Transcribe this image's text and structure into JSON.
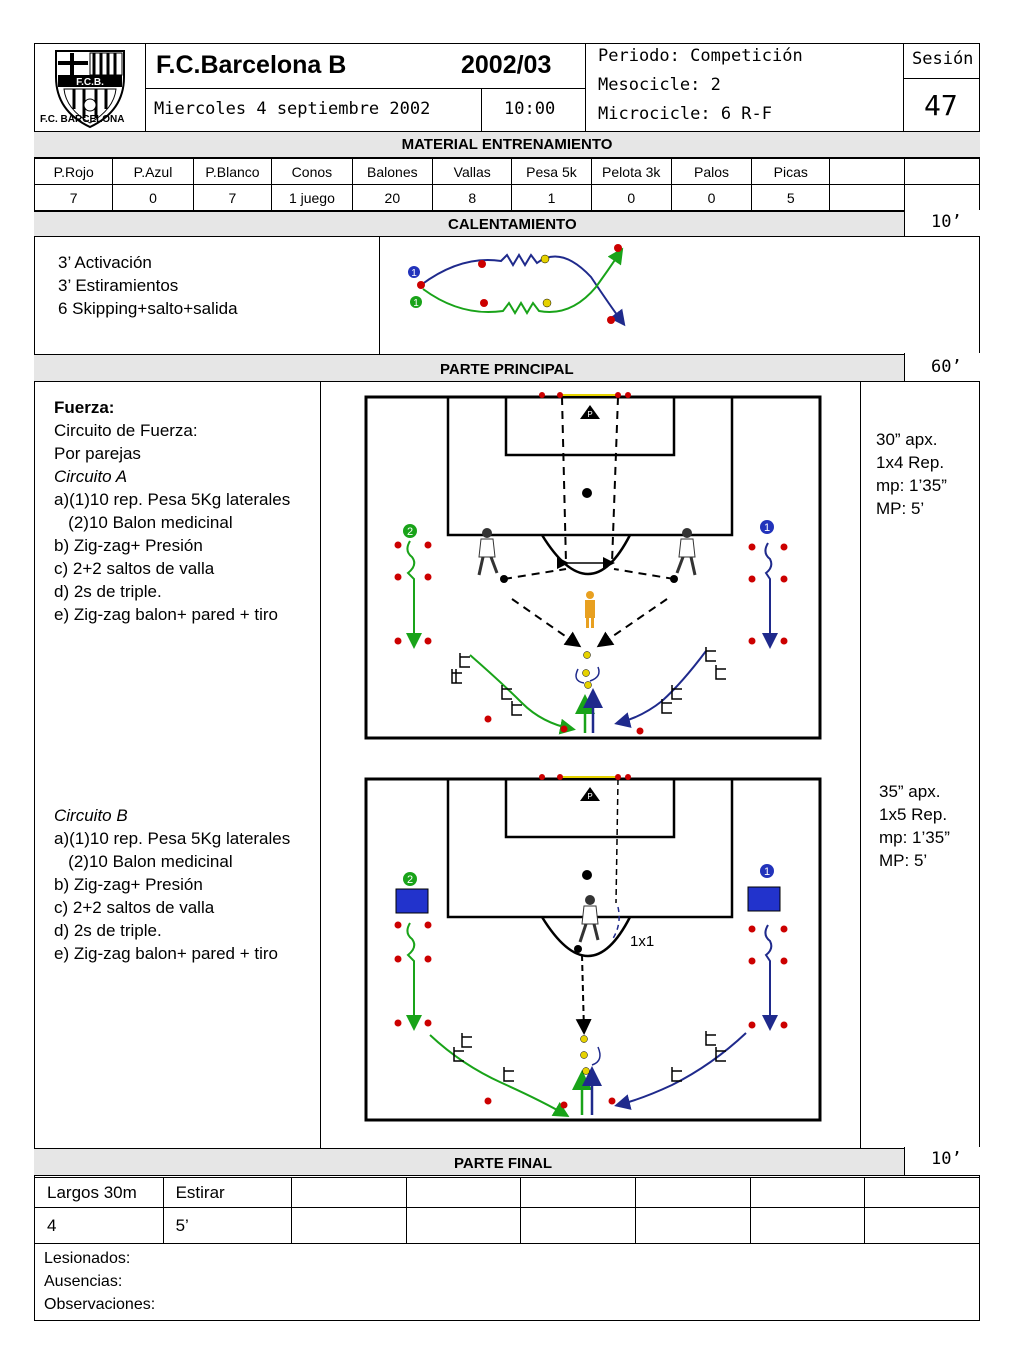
{
  "header": {
    "crest_text": "F.C.B.",
    "club_caption": "F.C. BARCELONA",
    "team": "F.C.Barcelona B",
    "season": "2002/03",
    "date": "Miercoles  4 septiembre 2002",
    "time": "10:00",
    "periodo": "Periodo: Competición",
    "mesocicle": "Mesocicle: 2",
    "microcicle": "Microcicle: 6  R-F",
    "sesion_label": "Sesión",
    "sesion_number": "47"
  },
  "material": {
    "title": "MATERIAL ENTRENAMIENTO",
    "headers": [
      "P.Rojo",
      "P.Azul",
      "P.Blanco",
      "Conos",
      "Balones",
      "Vallas",
      "Pesa 5k",
      "Pelota 3k",
      "Palos",
      "Picas",
      "",
      ""
    ],
    "values": [
      "7",
      "0",
      "7",
      "1 juego",
      "20",
      "8",
      "1",
      "0",
      "0",
      "5",
      "",
      ""
    ]
  },
  "calentamiento": {
    "title": "CALENTAMIENTO",
    "duration": "10’",
    "lines": [
      "3’ Activación",
      "3’ Estiramientos",
      "6 Skipping+salto+salida"
    ],
    "diagram_labels": [
      "1",
      "1"
    ]
  },
  "principal": {
    "title": "PARTE  PRINCIPAL",
    "duration": "60’",
    "circuit_a_lines": [
      "Fuerza:",
      "Circuito de Fuerza:",
      "Por parejas",
      "Circuito A",
      "a)(1)10 rep. Pesa 5Kg laterales",
      "   (2)10 Balon medicinal",
      "b) Zig-zag+ Presión",
      "c) 2+2 saltos de valla",
      "d) 2s de triple.",
      "e) Zig-zag balon+ pared + tiro"
    ],
    "circuit_b_lines": [
      "Circuito B",
      "a)(1)10 rep. Pesa 5Kg laterales",
      "   (2)10 Balon medicinal",
      "b) Zig-zag+ Presión",
      "c) 2+2 saltos de valla",
      "d) 2s de triple.",
      "e) Zig-zag balon+ pared + tiro"
    ],
    "notes_a": [
      "30” apx.",
      "1x4 Rep.",
      "mp: 1’35”",
      "MP: 5’"
    ],
    "notes_b": [
      "35” apx.",
      "1x5 Rep.",
      "mp: 1’35”",
      "MP: 5’"
    ],
    "field_labels": {
      "p": "P",
      "one": "1",
      "two": "2",
      "duel": "1x1"
    }
  },
  "final": {
    "title": "PARTE FINAL",
    "duration": "10’",
    "headers": [
      "Largos 30m",
      "Estirar",
      "",
      "",
      "",
      "",
      "",
      ""
    ],
    "values": [
      "4",
      "5’",
      "",
      "",
      "",
      "",
      "",
      ""
    ]
  },
  "footer": {
    "lesionados": "Lesionados:",
    "ausencias": "Ausencias:",
    "observaciones": "Observaciones:"
  }
}
